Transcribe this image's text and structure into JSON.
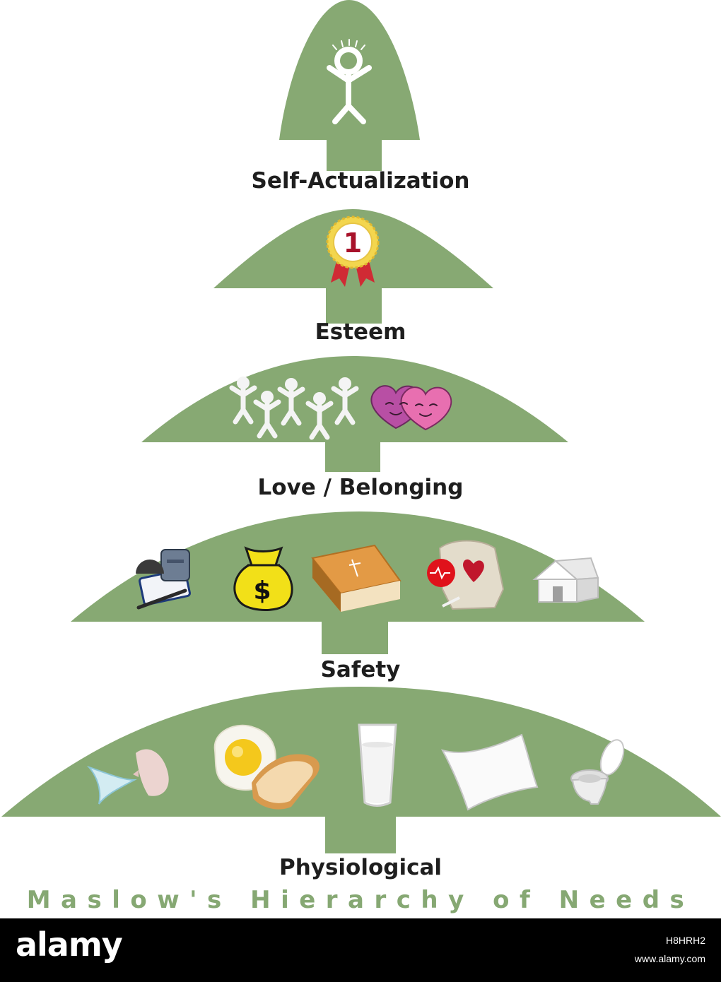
{
  "diagram": {
    "title": "Maslow's Hierarchy of Needs",
    "colors": {
      "tier": "#87a973",
      "title": "#86a873",
      "label": "#1e1e1e",
      "footer": "#000000"
    },
    "levels": [
      {
        "label": "Self-Actualization",
        "icons": [
          "happy-stick-figure-icon"
        ]
      },
      {
        "label": "Esteem",
        "icons": [
          "first-place-award-ribbon-icon"
        ]
      },
      {
        "label": "Love / Belonging",
        "icons": [
          "group-of-people-icon",
          "two-hearts-icon"
        ]
      },
      {
        "label": "Safety",
        "icons": [
          "body-armor-icon",
          "money-bag-icon",
          "bible-book-icon",
          "health-heart-icon",
          "house-icon"
        ]
      },
      {
        "label": "Physiological",
        "icons": [
          "breathing-face-icon",
          "egg-and-toast-icon",
          "glass-of-milk-icon",
          "pillow-icon",
          "toilet-icon"
        ]
      }
    ],
    "award_number": "1",
    "money_symbol": "$"
  },
  "footer": {
    "logo": "alamy",
    "image_id": "H8HRH2",
    "url": "www.alamy.com"
  }
}
